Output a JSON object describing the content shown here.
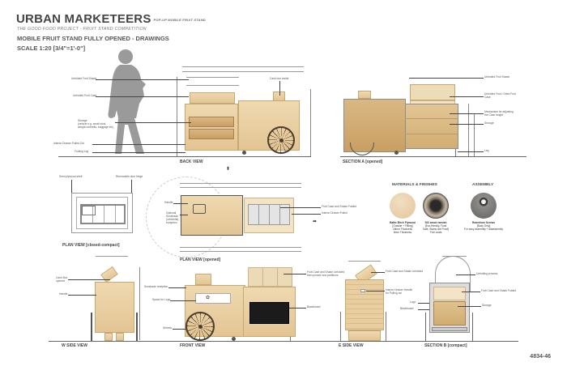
{
  "header": {
    "title": "URBAN MARKETEERS",
    "title_suffix": "POP-UP MOBILE FRUIT STAND",
    "subtitle": "THE GOOD FOOD PROJECT - FRUIT STAND COMPETITION",
    "heading": "MOBILE FRUIT STAND FULLY OPENED - DRAWINGS",
    "scale": "SCALE 1:20 [3/4\"=1'-0\"]"
  },
  "views": {
    "back_view": {
      "label": "BACK VIEW",
      "notes": {
        "fruit_shade": "Unfolded Fruit Shade",
        "fruit_case": "Unfolded Fruit Case",
        "storage": "Storage\n(vehicle e.g. small stool,\nweight umbrella, baggage etc)",
        "drawer": "Interior Drawer Pulled Out",
        "leg": "Folding Leg",
        "cash_box": "Cash box inside"
      }
    },
    "section_a": {
      "label": "SECTION A [opened]",
      "notes": {
        "fruit_shade": "Unfolded Fruit Shade",
        "fruit_case": "Unfolded Fruit / Dried Fruit Case",
        "mechanism": "Mechanism for adjusting\nthe Case height",
        "storage": "Storage",
        "leg": "Leg"
      }
    },
    "plan_closed": {
      "label": "PLAN VIEW [closed-compact]",
      "notes": {
        "shelf": "Semi plywood shelf",
        "hinge": "Removable door hinge"
      }
    },
    "plan_opened": {
      "label": "PLAN VIEW [opened]",
      "notes": {
        "handle": "Handle",
        "sunshade": "Optional\nSunshade\n(Umbrella)\nreception",
        "case_folded": "Fruit Case and Shade Folded",
        "drawer": "Interior Drawer Pulled"
      }
    },
    "w_side": {
      "label": "W SIDE VIEW",
      "notes": {
        "cash_box": "Cash Box\nopened",
        "handle": "Handle"
      }
    },
    "front_view": {
      "label": "FRONT VIEW",
      "notes": {
        "sunshade": "Sunshade reception",
        "logo": "Space for Logo",
        "wheels": "Wheels",
        "case_unfolded": "Fruit Case and Shade Unfolded\nthen pinned new partitions",
        "blackboard": "Blackboard"
      }
    },
    "e_side": {
      "label": "E SIDE VIEW",
      "notes": {
        "case_unfolded": "Fruit Case and Shade Unfolded",
        "drawer_handle": "Interior Drawer Handle\nfor Pulling out"
      }
    },
    "section_b": {
      "label": "SECTION B [compact]",
      "notes": {
        "unfolding": "Unfolding process",
        "case_folded": "Fruit Case and Shade Folded",
        "logo": "Logo",
        "blackboard": "Blackboard",
        "storage": "Storage"
      }
    }
  },
  "materials": {
    "title": "MATERIALS & FINISHES",
    "items": [
      {
        "name": "Baltic Birch Plywood",
        "detail": "[Outside + Fitting]\n18mm Thickness\n6mm Thickness",
        "color": "#e9d2ad"
      },
      {
        "name": "SIO wood varnish",
        "detail": "[Eco-friendly, Food\nSafe, Stains are Proof]\nThin coats",
        "color": "#5b5249"
      }
    ]
  },
  "assembly": {
    "title": "ASSEMBLY",
    "items": [
      {
        "name": "Robertson Screws",
        "detail": "[Body Only]\nFor easy assembly + disassembly",
        "color": "#7a7876"
      }
    ]
  },
  "doc_number": "4834-46"
}
